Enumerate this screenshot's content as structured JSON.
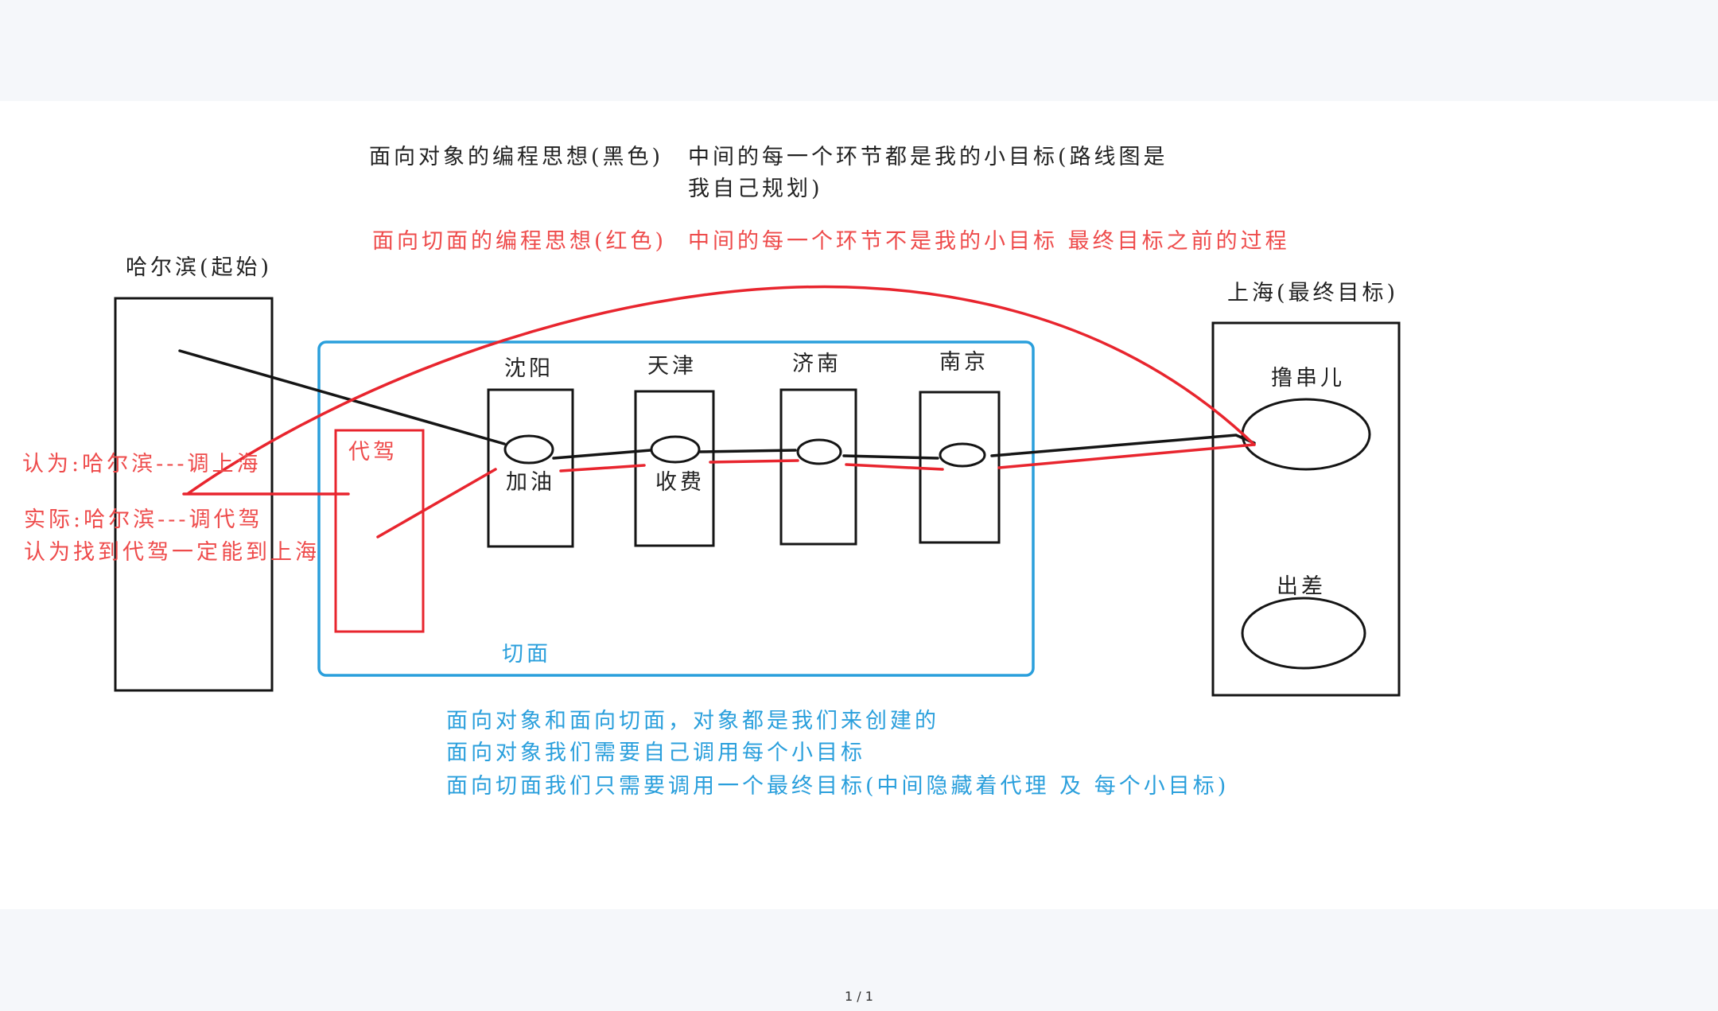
{
  "viewer": {
    "page_indicator": "1 / 1"
  },
  "diagram": {
    "legend": {
      "oop_title": "面向对象的编程思想(黑色)",
      "oop_desc_line1": "中间的每一个环节都是我的小目标(路线图是",
      "oop_desc_line2": "我自己规划)",
      "aop_title": "面向切面的编程思想(红色)",
      "aop_desc": "中间的每一个环节不是我的小目标 最终目标之前的过程"
    },
    "start": {
      "label": "哈尔滨(起始)"
    },
    "end": {
      "label": "上海(最终目标)",
      "targets": [
        "撸串儿",
        "出差"
      ]
    },
    "aspect": {
      "label": "切面"
    },
    "proxy": {
      "label": "代驾"
    },
    "stops": [
      {
        "city": "沈阳",
        "action": "加油"
      },
      {
        "city": "天津",
        "action": "收费"
      },
      {
        "city": "济南"
      },
      {
        "city": "南京"
      }
    ],
    "notes": [
      "认为:哈尔滨---调上海",
      "实际:哈尔滨---调代驾",
      "认为找到代驾一定能到上海"
    ],
    "summary": [
      "面向对象和面向切面，对象都是我们来创建的",
      "面向对象我们需要自己调用每个小目标",
      "面向切面我们只需要调用一个最终目标(中间隐藏着代理 及 每个小目标)"
    ]
  },
  "colors": {
    "oop_black": "#151515",
    "aop_red": "#e8252e",
    "aop_text_red": "#ee4b4b",
    "aspect_blue": "#2a9fdc"
  }
}
